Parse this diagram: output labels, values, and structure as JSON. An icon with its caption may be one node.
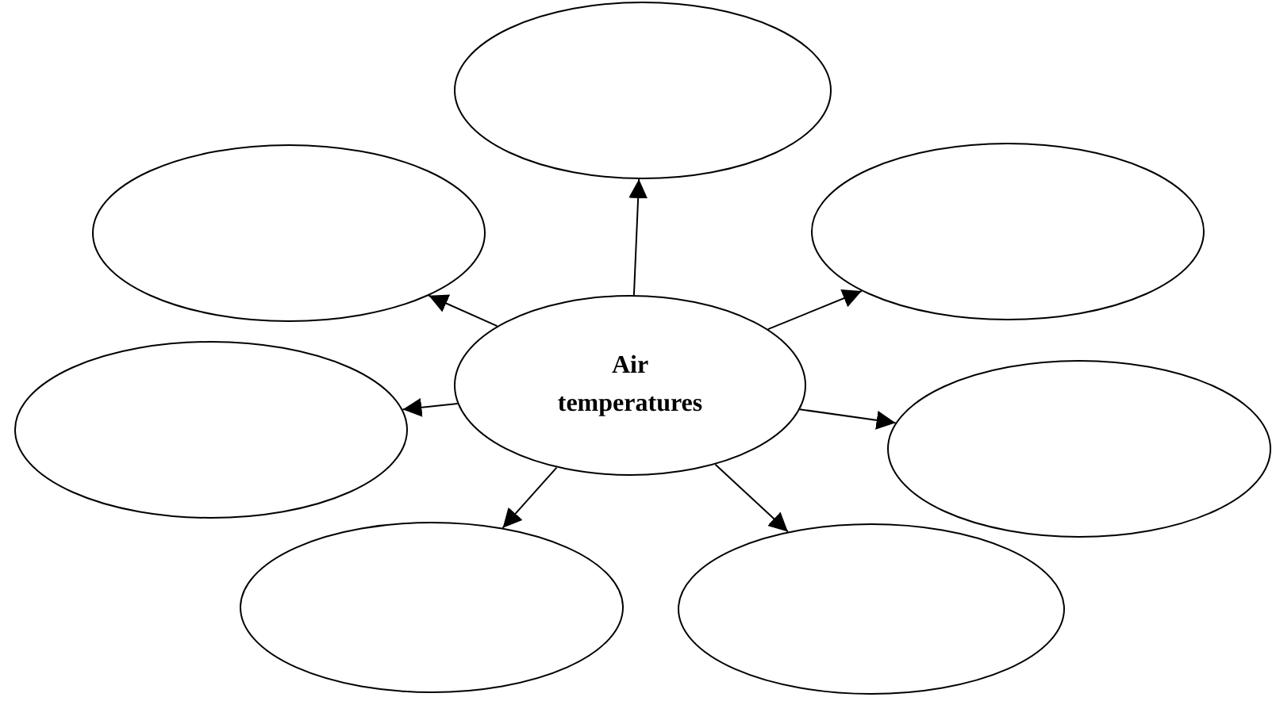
{
  "diagram": {
    "nodes": [
      {
        "text": [],
        "shape": "ellipse"
      },
      {
        "text": [],
        "shape": "ellipse"
      },
      {
        "text": [],
        "shape": "ellipse"
      },
      {
        "text": [
          "Air temperatures"
        ]
      },
      {
        "text": [],
        "shape": "ellipse"
      },
      {
        "text": [],
        "shape": "ellipse"
      },
      {
        "text": [],
        "shape": "ellipse"
      },
      {
        "text": [],
        "shape": "ellipse"
      }
    ],
    "edges": [
      {
        "from": 3,
        "to": 0,
        "arrow": "to"
      },
      {
        "from": 3,
        "to": 1,
        "arrow": "to"
      },
      {
        "from": 3,
        "to": 2,
        "arrow": "to"
      },
      {
        "from": 3,
        "to": 4,
        "arrow": "to"
      },
      {
        "from": 3,
        "to": 5,
        "arrow": "to"
      },
      {
        "from": 3,
        "to": 6,
        "arrow": "to"
      },
      {
        "from": 3,
        "to": 7,
        "arrow": "to"
      }
    ]
  }
}
